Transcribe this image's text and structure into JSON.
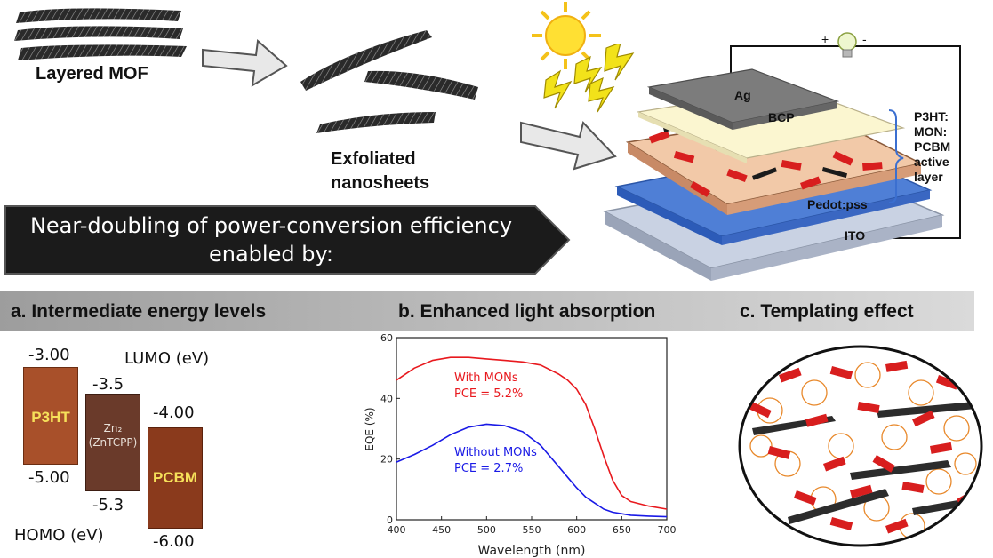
{
  "top": {
    "layered_mof_label": "Layered MOF",
    "exfoliated_label_line1": "Exfoliated",
    "exfoliated_label_line2": "nanosheets"
  },
  "device": {
    "plus": "+",
    "minus": "-",
    "layers": {
      "ag": "Ag",
      "bcp": "BCP",
      "pedot": "Pedot:pss",
      "ito": "ITO"
    },
    "active_layer_lines": [
      "P3HT:",
      "MON:",
      "PCBM",
      "active",
      "layer"
    ]
  },
  "banner": {
    "line1": "Near-doubling of power-conversion efficiency",
    "line2": "enabled by:"
  },
  "sections": {
    "a": "a. Intermediate energy levels",
    "b": "b. Enhanced light absorption",
    "c": "c. Templating effect"
  },
  "energy_levels": {
    "lumo_label": "LUMO (eV)",
    "homo_label": "HOMO (eV)",
    "materials": [
      {
        "name": "P3HT",
        "lumo": "-3.00",
        "homo": "-5.00"
      },
      {
        "name": "Zn₂",
        "name2": "(ZnTCPP)",
        "lumo": "-3.5",
        "homo": "-5.3"
      },
      {
        "name": "PCBM",
        "lumo": "-4.00",
        "homo": "-6.00"
      }
    ]
  },
  "chart_data": {
    "type": "line",
    "xlabel": "Wavelength (nm)",
    "ylabel": "EQE (%)",
    "xlim": [
      400,
      700
    ],
    "ylim": [
      0,
      60
    ],
    "xticks": [
      400,
      450,
      500,
      550,
      600,
      650,
      700
    ],
    "yticks": [
      0,
      20,
      40,
      60
    ],
    "grid": false,
    "series": [
      {
        "name": "With MONs",
        "annotation": "PCE = 5.2%",
        "color": "#e8191e",
        "x": [
          400,
          420,
          440,
          460,
          480,
          500,
          520,
          540,
          560,
          580,
          590,
          600,
          610,
          620,
          630,
          640,
          650,
          660,
          680,
          700
        ],
        "y": [
          46,
          50,
          52.5,
          53.5,
          53.5,
          53,
          52.5,
          52,
          51,
          48,
          46,
          43,
          38,
          30,
          21,
          13,
          8,
          6,
          4.5,
          3.5
        ]
      },
      {
        "name": "Without MONs",
        "annotation": "PCE = 2.7%",
        "color": "#1a1ae6",
        "x": [
          400,
          420,
          440,
          460,
          480,
          500,
          520,
          540,
          560,
          580,
          590,
          600,
          610,
          620,
          630,
          640,
          650,
          660,
          680,
          700
        ],
        "y": [
          19,
          21.5,
          24.5,
          28,
          30.5,
          31.5,
          31,
          29,
          24.5,
          17.5,
          14,
          10.5,
          7.5,
          5.5,
          3.5,
          2.5,
          2,
          1.5,
          1.2,
          1
        ]
      }
    ]
  }
}
